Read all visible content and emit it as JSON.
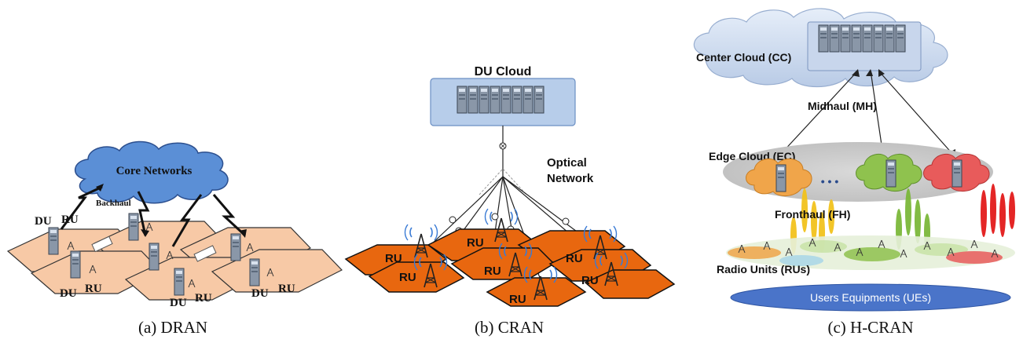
{
  "dran": {
    "core": "Core Networks",
    "backhaul": "Backhaul",
    "du": "DU",
    "ru": "RU",
    "caption": "(a) DRAN"
  },
  "cran": {
    "du_cloud": "DU Cloud",
    "optical_line1": "Optical",
    "optical_line2": "Network",
    "ru": "RU",
    "caption": "(b) CRAN"
  },
  "hcran": {
    "center_cloud": "Center Cloud (CC)",
    "midhaul": "Midhaul (MH)",
    "edge_cloud": "Edge Cloud (EC)",
    "dots": "• • •",
    "fronthaul": "Fronthaul (FH)",
    "radio_units": "Radio Units (RUs)",
    "ues": "Users Equipments (UEs)",
    "caption": "(c) H-CRAN"
  },
  "colors": {
    "hex_light": "#f7c9a6",
    "hex_orange": "#e8670f",
    "core_cloud": "#5b8fd6",
    "du_cloud_box": "#b7cdea",
    "ue_ellipse": "#4a74c9"
  }
}
